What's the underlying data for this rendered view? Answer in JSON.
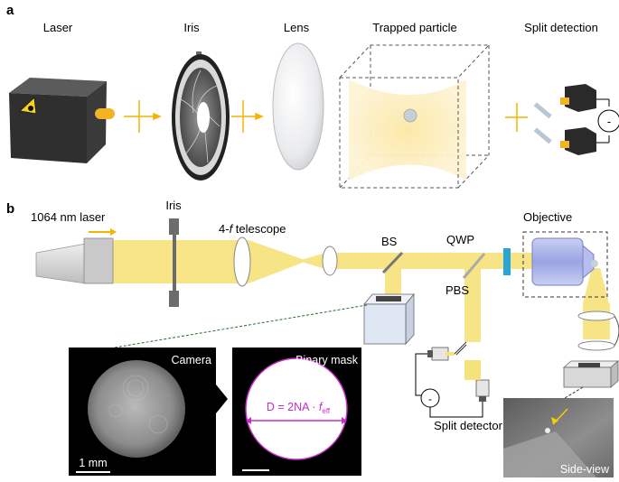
{
  "panel_a": {
    "letter": "a",
    "labels": {
      "laser": "Laser",
      "iris": "Iris",
      "lens": "Lens",
      "trapped_particle": "Trapped particle",
      "split_detection": "Split detection"
    },
    "detector_sign": "-"
  },
  "panel_b": {
    "letter": "b",
    "labels": {
      "laser": "1064 nm laser",
      "iris": "Iris",
      "telescope_pre": "4-",
      "telescope_f": "f",
      "telescope_post": " telescope",
      "bs": "BS",
      "qwp": "QWP",
      "pbs": "PBS",
      "objective": "Objective",
      "split_detector": "Split detector",
      "camera": "Camera",
      "binary_mask": "Binary mask",
      "scale_1mm": "1 mm",
      "formula_main": "D = 2NA · ",
      "formula_f": "f",
      "formula_sub": "eff",
      "side_view": "Side-view"
    },
    "detector_sign": "-"
  },
  "colors": {
    "beam": "#f6e27a",
    "beam_arrow": "#f4b400",
    "mask_outline": "#c430c4",
    "objective": "#aeb6ea",
    "qwp": "#2aa6d6",
    "camera_box": "#dfe6f4"
  }
}
